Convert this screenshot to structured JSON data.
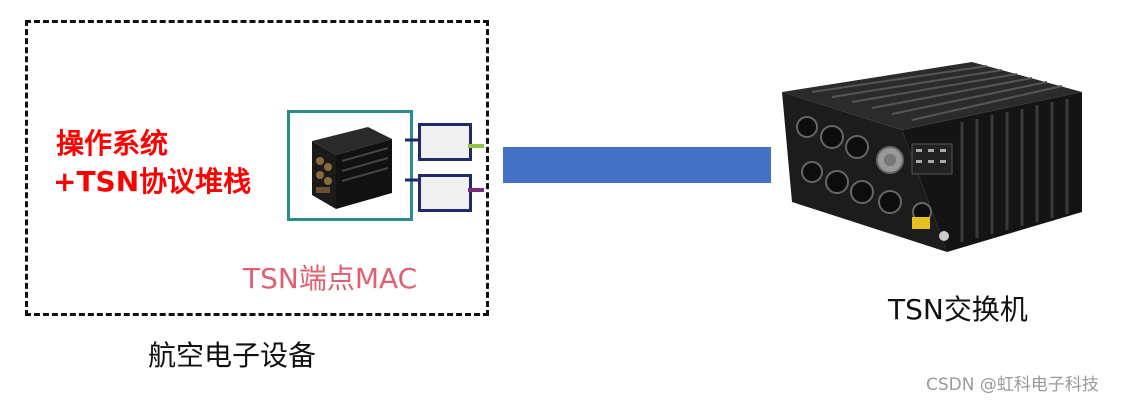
{
  "device": {
    "os_line1": "操作系统",
    "os_line2": "+TSN协议堆栈",
    "mac_label": "TSN端点MAC",
    "label": "航空电子设备"
  },
  "switch": {
    "label": "TSN交换机"
  },
  "watermark": "CSDN @虹科电子科技",
  "colors": {
    "os_text": "#ff0000",
    "mac_text": "#e06070",
    "link": "#4472c4",
    "port_border": "#1e2a6b",
    "module_border": "#2e8b8b",
    "lead_green": "#8dc63f",
    "lead_purple": "#7b2d7b"
  }
}
